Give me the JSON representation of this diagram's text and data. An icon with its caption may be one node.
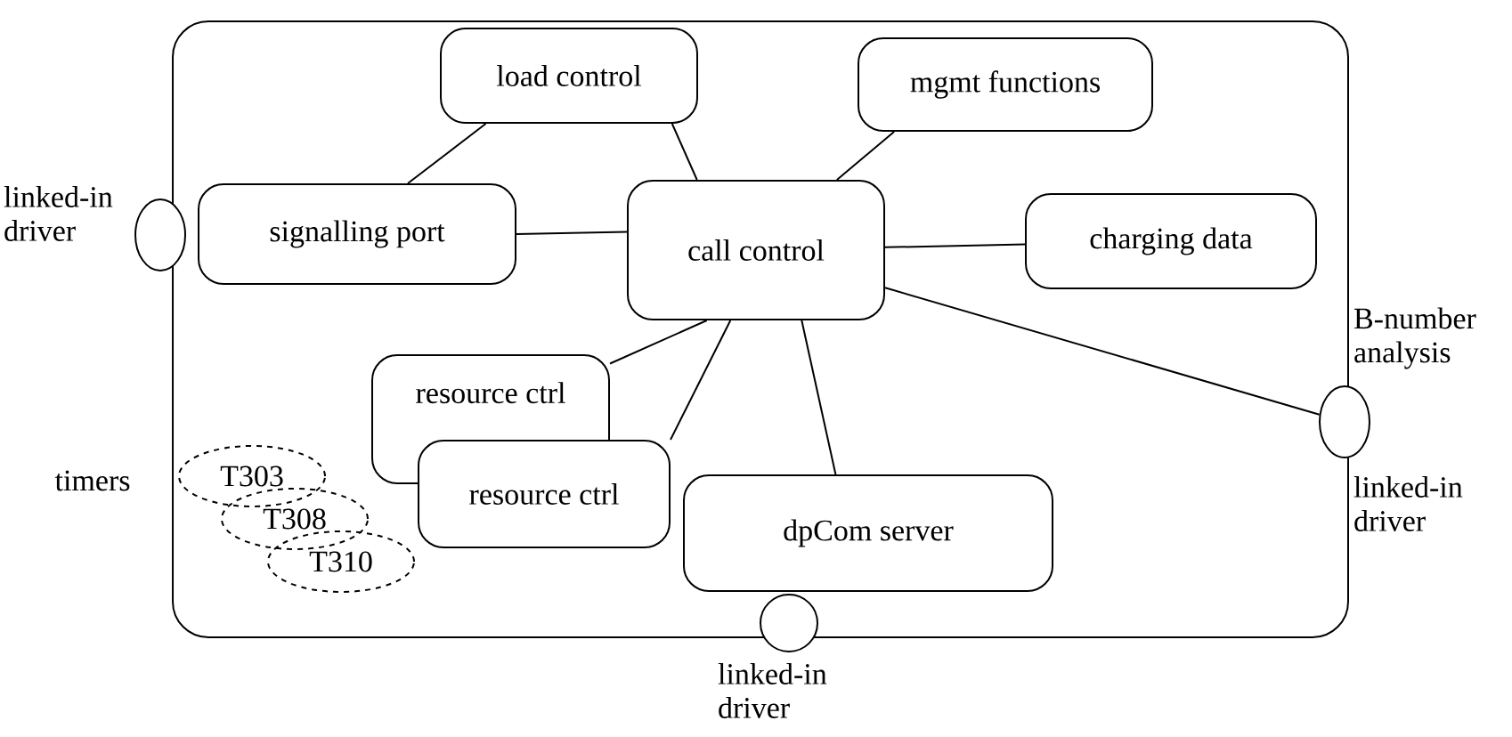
{
  "diagram": {
    "nodes": [
      {
        "text": [],
        "shape": "box"
      },
      {
        "text": [
          "load control"
        ],
        "in": 0
      },
      {
        "text": [
          "mgmt functions"
        ],
        "in": 0
      },
      {
        "text": [
          "signalling port"
        ],
        "in": 0
      },
      {
        "text": [
          "call control"
        ],
        "in": 0
      },
      {
        "text": [
          "charging data"
        ],
        "in": 0
      },
      {
        "text": [
          "resource ctrl"
        ],
        "in": 0
      },
      {
        "text": [
          "resource ctrl"
        ],
        "in": 0
      },
      {
        "text": [
          "dpCom server"
        ],
        "in": 0
      },
      {
        "text": [],
        "shape": "circle",
        "beside": [
          "linked-in driver"
        ]
      },
      {
        "text": [],
        "shape": "circle",
        "beside": [
          "B-number analysis",
          "linked-in driver"
        ]
      },
      {
        "text": [],
        "shape": "circle",
        "beside": [
          "linked-in driver"
        ]
      },
      {
        "text": [
          "T303"
        ],
        "in": 0
      },
      {
        "text": [
          "T308"
        ],
        "in": 0
      },
      {
        "text": [
          "T310"
        ],
        "in": 0
      }
    ],
    "edges": [
      {
        "from": 3,
        "to": 1,
        "arrow": "none"
      },
      {
        "from": 1,
        "to": 4,
        "arrow": "none"
      },
      {
        "from": 2,
        "to": 4,
        "arrow": "none"
      },
      {
        "from": 3,
        "to": 4,
        "arrow": "none"
      },
      {
        "from": 4,
        "to": 5,
        "arrow": "none"
      },
      {
        "from": 4,
        "to": 6,
        "arrow": "none"
      },
      {
        "from": 4,
        "to": 7,
        "arrow": "none"
      },
      {
        "from": 4,
        "to": 8,
        "arrow": "none"
      },
      {
        "from": 4,
        "to": 10,
        "arrow": "none"
      }
    ],
    "labels": [
      "timers"
    ]
  }
}
